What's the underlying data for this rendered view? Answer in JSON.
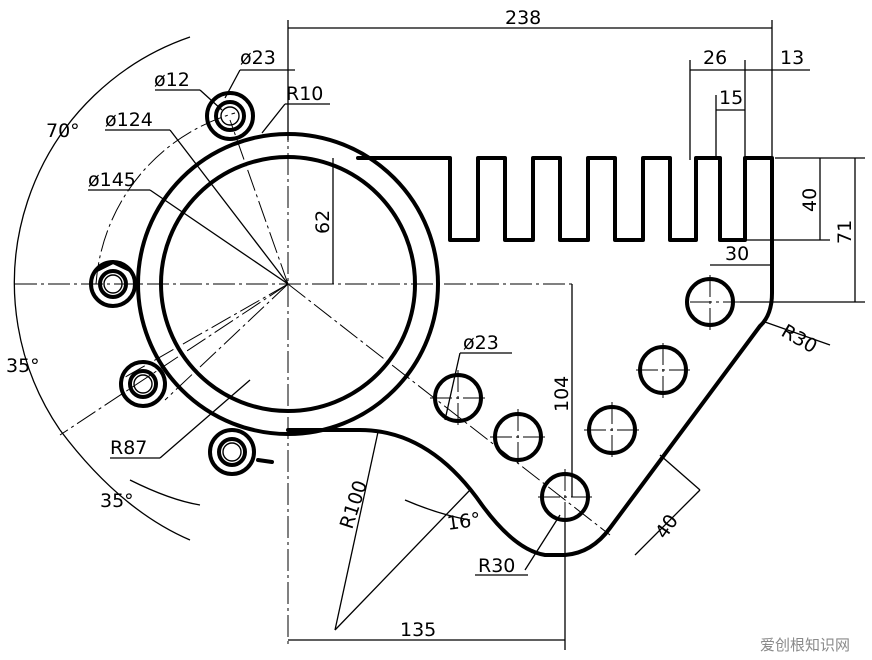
{
  "dimensions": {
    "d238": "238",
    "d26": "26",
    "d13": "13",
    "d15": "15",
    "d40a": "40",
    "d71": "71",
    "d30": "30",
    "d62": "62",
    "d104": "104",
    "d40b": "40",
    "d135": "135",
    "r10": "R10",
    "r30a": "R30",
    "r30b": "R30",
    "r87": "R87",
    "r100": "R100",
    "dia23a": "ø23",
    "dia23b": "ø23",
    "dia12": "ø12",
    "dia124": "ø124",
    "dia145": "ø145",
    "ang70": "70°",
    "ang35a": "35°",
    "ang35b": "35°",
    "ang16": "16°"
  },
  "watermark": "爱创根知识网"
}
